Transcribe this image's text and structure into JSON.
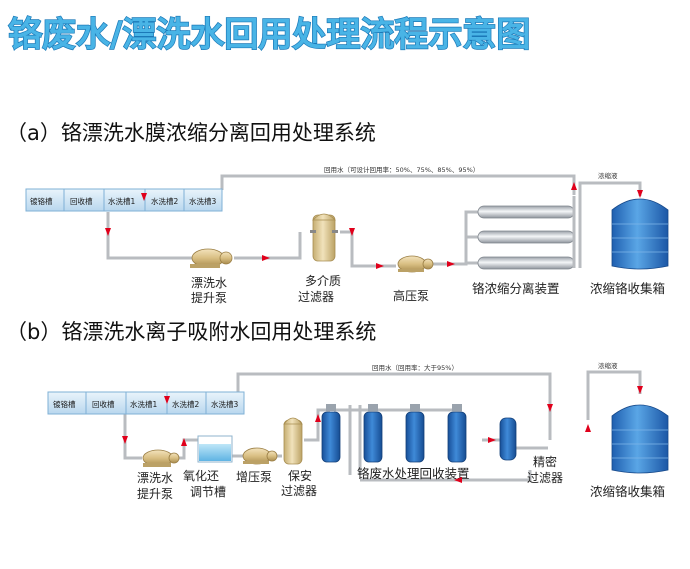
{
  "title": "铬废水/漂洗水回用处理流程示意图",
  "colors": {
    "title_fill": "#49b4e6",
    "title_stroke": "#1b79b8",
    "pipe": "#b9bcc0",
    "arrow": "#e0001b",
    "tank_face": "#dcecf7",
    "blue_vessel": "#1f63b8",
    "filter_beige": "#e3cf9c"
  },
  "section_a": {
    "heading": "（a）铬漂洗水膜浓缩分离回用处理系统",
    "tanks": [
      "镀铬槽",
      "回收槽",
      "水洗槽1",
      "水洗槽2",
      "水洗槽3"
    ],
    "return_note": "回用水（可设计回用率：50%、75%、85%、95%）",
    "concentrate_note": "浓缩液",
    "pump_label": [
      "漂洗水",
      "提升泵"
    ],
    "filter_label": [
      "多介质",
      "过滤器"
    ],
    "hp_pump_label": "高压泵",
    "membrane_label": "铬浓缩分离装置",
    "collector_label": "浓缩铬收集箱"
  },
  "section_b": {
    "heading": "（b）铬漂洗水离子吸附水回用处理系统",
    "tanks": [
      "镀铬槽",
      "回收槽",
      "水洗槽1",
      "水洗槽2",
      "水洗槽3"
    ],
    "return_note": "回用水（回用率：大于95%）",
    "concentrate_note": "浓缩液",
    "pump_label": [
      "漂洗水",
      "提升泵"
    ],
    "redox_label": [
      "氧化还",
      "调节槽"
    ],
    "boost_pump_label": "增压泵",
    "security_filter_label": [
      "保安",
      "过滤器"
    ],
    "resin_label": "铬废水处理回收装置",
    "precision_filter_label": [
      "精密",
      "过滤器"
    ],
    "collector_label": "浓缩铬收集箱"
  }
}
